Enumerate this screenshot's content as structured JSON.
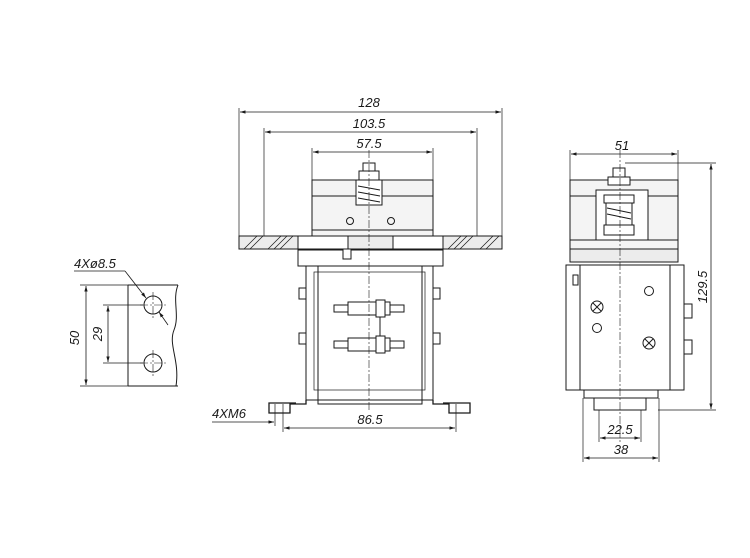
{
  "drawing": {
    "front_view": {
      "dim_overall_width": "128",
      "dim_mount_width": "103.5",
      "dim_cap_width": "57.5",
      "dim_foot_width": "86.5",
      "dim_foot_thread": "4XM6"
    },
    "side_view": {
      "dim_width": "51",
      "dim_height": "129.5",
      "dim_base_inner": "22.5",
      "dim_base_outer": "38"
    },
    "hole_detail": {
      "dim_hole": "4Xø8.5",
      "dim_outer_height": "50",
      "dim_hole_pitch": "29"
    }
  }
}
